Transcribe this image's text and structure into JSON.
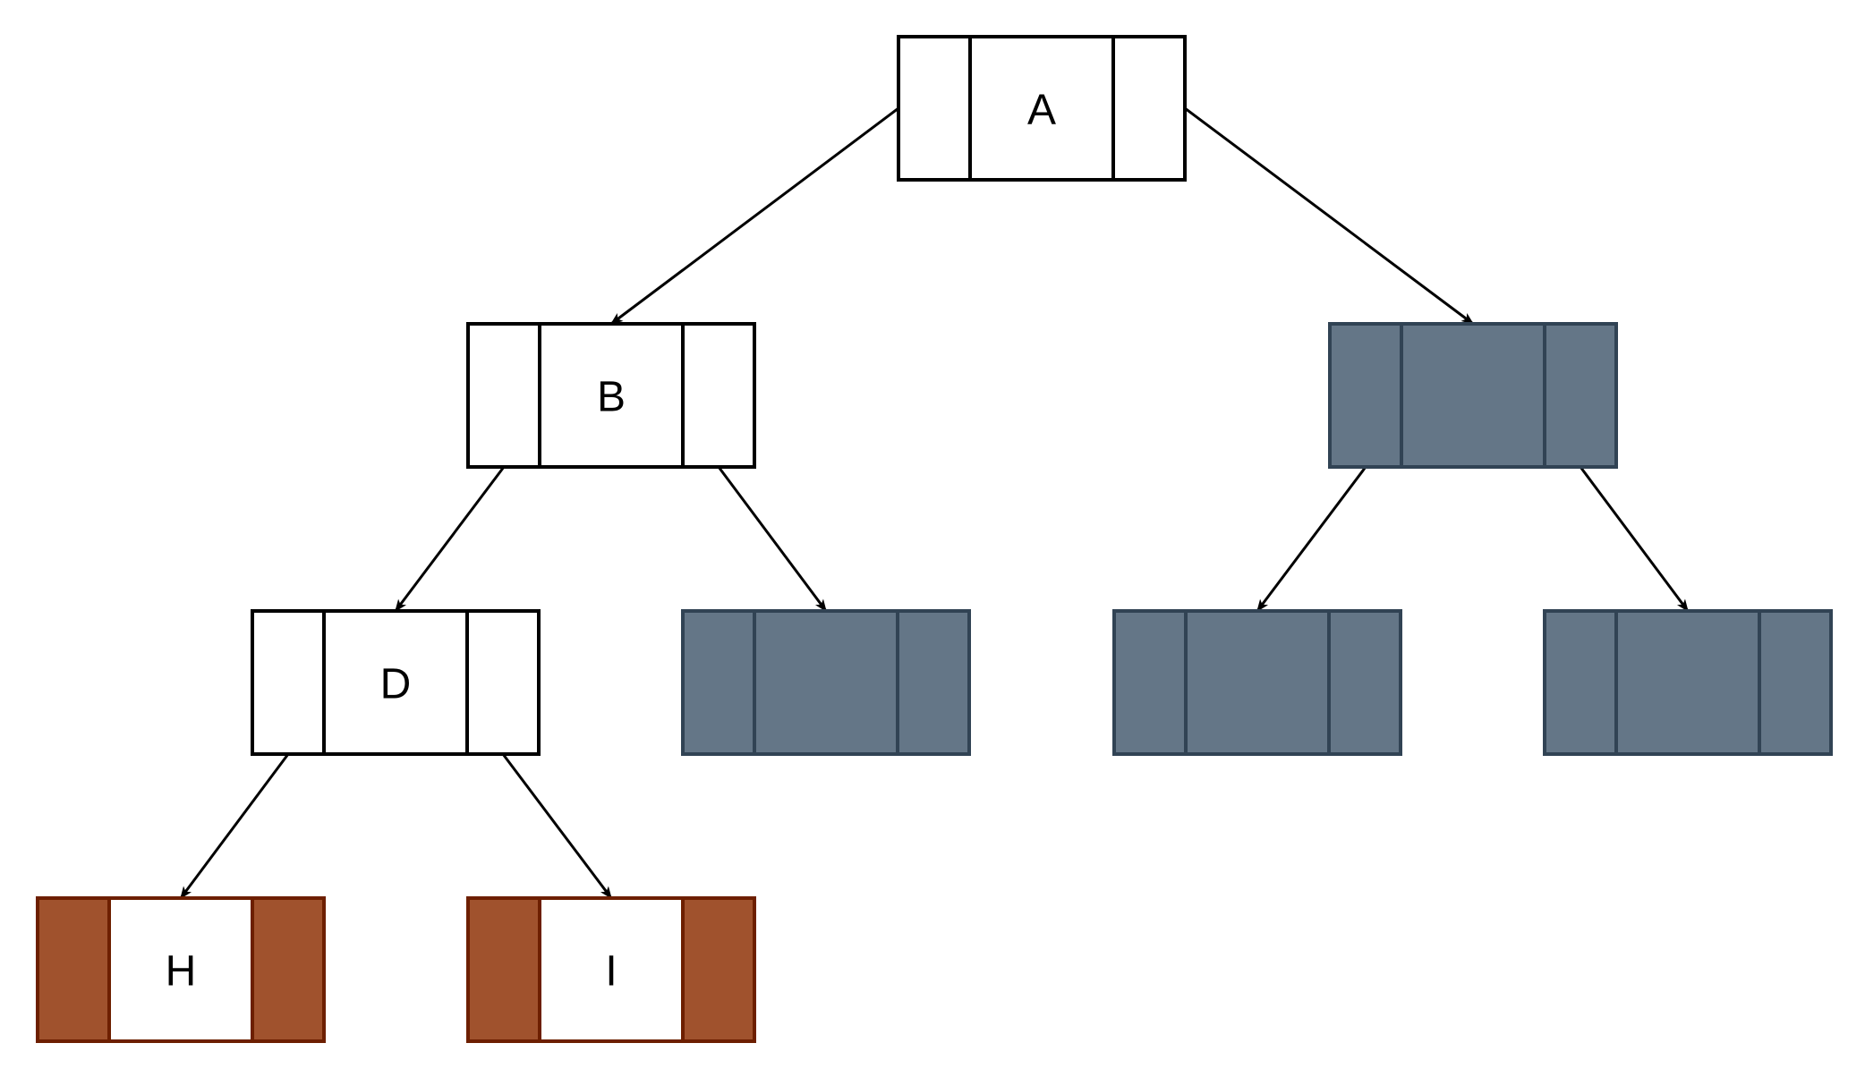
{
  "colors": {
    "default_fill": "#ffffff",
    "default_stroke": "#000000",
    "muted_fill": "#647687",
    "muted_stroke": "#314354",
    "leaf_side_fill": "#a0522d",
    "leaf_side_stroke": "#6d1f00",
    "edge_stroke": "#000000"
  },
  "nodes": [
    {
      "id": "A",
      "label": "A",
      "style": "default"
    },
    {
      "id": "B",
      "label": "B",
      "style": "default"
    },
    {
      "id": "C",
      "label": "",
      "style": "muted"
    },
    {
      "id": "D",
      "label": "D",
      "style": "default"
    },
    {
      "id": "E",
      "label": "",
      "style": "muted"
    },
    {
      "id": "F",
      "label": "",
      "style": "muted"
    },
    {
      "id": "G",
      "label": "",
      "style": "muted"
    },
    {
      "id": "H",
      "label": "H",
      "style": "leaf"
    },
    {
      "id": "I",
      "label": "I",
      "style": "leaf"
    }
  ],
  "edges": [
    {
      "from": "A",
      "to": "B"
    },
    {
      "from": "A",
      "to": "C"
    },
    {
      "from": "B",
      "to": "D"
    },
    {
      "from": "B",
      "to": "E"
    },
    {
      "from": "C",
      "to": "F"
    },
    {
      "from": "C",
      "to": "G"
    },
    {
      "from": "D",
      "to": "H"
    },
    {
      "from": "D",
      "to": "I"
    }
  ]
}
